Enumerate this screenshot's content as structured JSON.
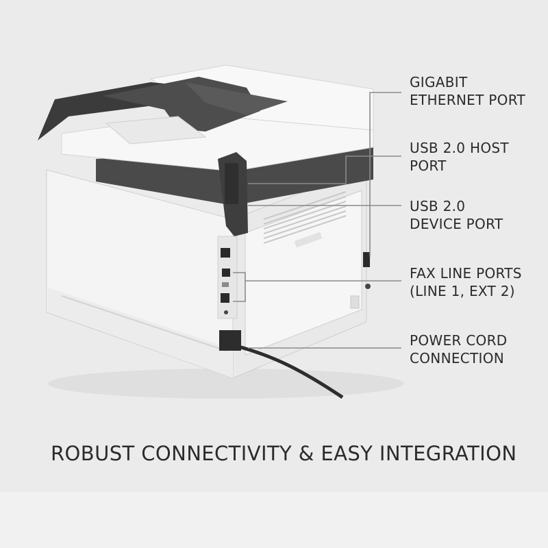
{
  "callouts": {
    "gigabit": {
      "line1": "GIGABIT",
      "line2": "ETHERNET PORT"
    },
    "usb_host": {
      "line1": "USB 2.0 HOST",
      "line2": "PORT"
    },
    "usb_device": {
      "line1": "USB 2.0",
      "line2": "DEVICE PORT"
    },
    "fax": {
      "line1": "FAX LINE PORTS",
      "line2": "(LINE 1, EXT 2)"
    },
    "power": {
      "line1": "POWER CORD",
      "line2": "CONNECTION"
    }
  },
  "headline": "ROBUST CONNECTIVITY & EASY INTEGRATION"
}
